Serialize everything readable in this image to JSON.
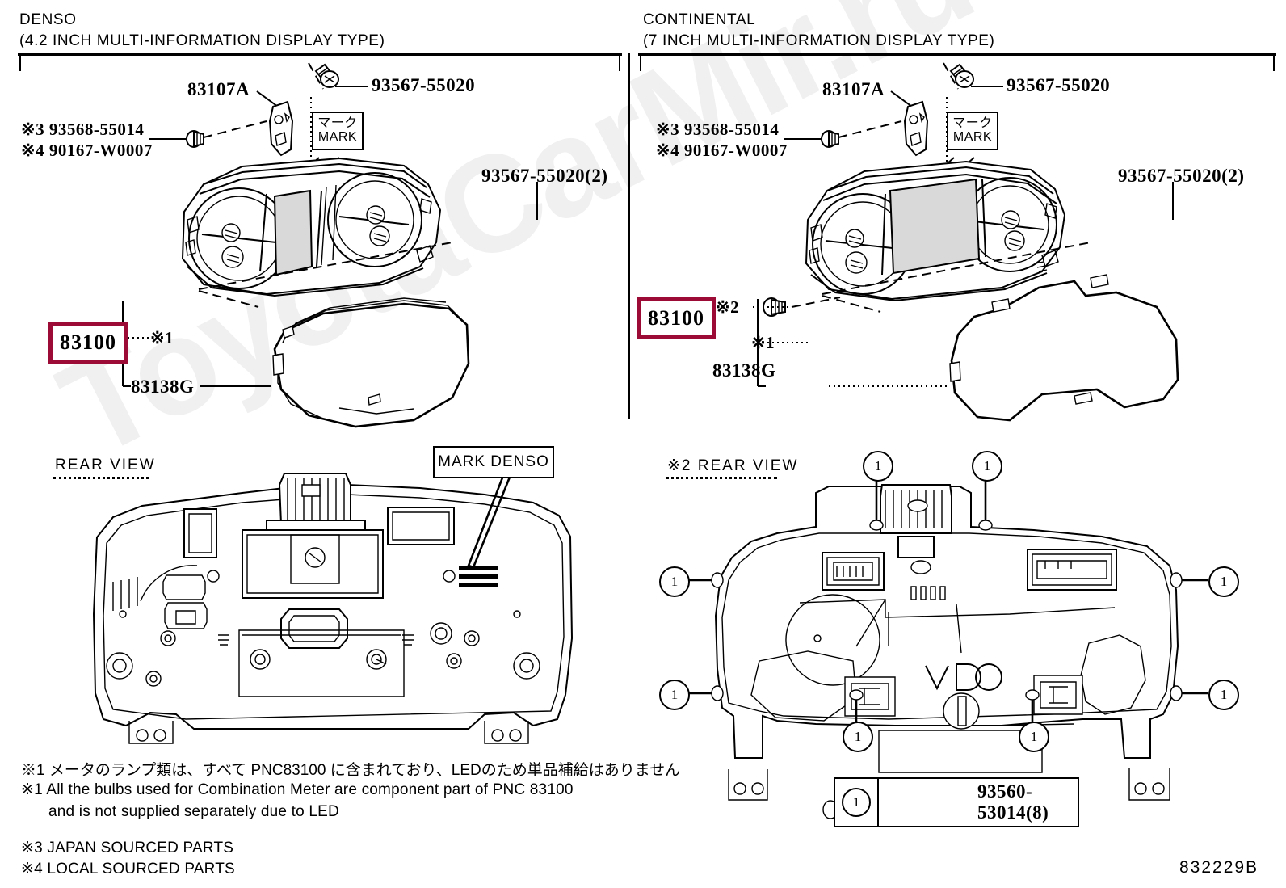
{
  "diagram": {
    "number": "832229B",
    "watermark": "ToyotaCarMir.ru",
    "accent_red": "#9c0b35"
  },
  "panels": [
    {
      "id": "denso",
      "maker": "DENSO",
      "display_type": "(4.2 INCH MULTI-INFORMATION DISPLAY TYPE)",
      "callouts": {
        "bracket": "83107A",
        "screw_top": "93567-55020",
        "screw_right": "93567-55020(2)",
        "nut_j": "※3 93568-55014",
        "nut_l": "※4 90167-W0007",
        "assembly": "83100",
        "assembly_ref": "※1",
        "lens": "83138G"
      },
      "mark_box": {
        "jp": "マーク",
        "en": "MARK"
      },
      "rear_view": {
        "label": "REAR VIEW",
        "mark_label": "MARK DENSO"
      }
    },
    {
      "id": "continental",
      "maker": "CONTINENTAL",
      "display_type": "(7 INCH MULTI-INFORMATION DISPLAY TYPE)",
      "callouts": {
        "bracket": "83107A",
        "screw_top": "93567-55020",
        "screw_right": "93567-55020(2)",
        "nut_j": "※3 93568-55014",
        "nut_l": "※4 90167-W0007",
        "assembly": "83100",
        "assembly_ref_2": "※2",
        "assembly_ref_1": "※1",
        "lens": "83138G"
      },
      "mark_box": {
        "jp": "マーク",
        "en": "MARK"
      },
      "rear_view": {
        "label": "※2 REAR VIEW",
        "logo_text": "VDO",
        "callout_numbers": [
          "1",
          "1",
          "1",
          "1",
          "1",
          "1",
          "1",
          "1"
        ]
      },
      "legend": {
        "number": "1",
        "part": "93560-53014(8)"
      }
    }
  ],
  "notes": [
    "※1 メータのランプ類は、すべて PNC83100 に含まれており、LEDのため単品補給はありません",
    "※1 All the bulbs used for Combination Meter are component part of PNC 83100",
    "and is not supplied separately due to LED",
    "※3 JAPAN SOURCED PARTS",
    "※4 LOCAL SOURCED PARTS"
  ]
}
